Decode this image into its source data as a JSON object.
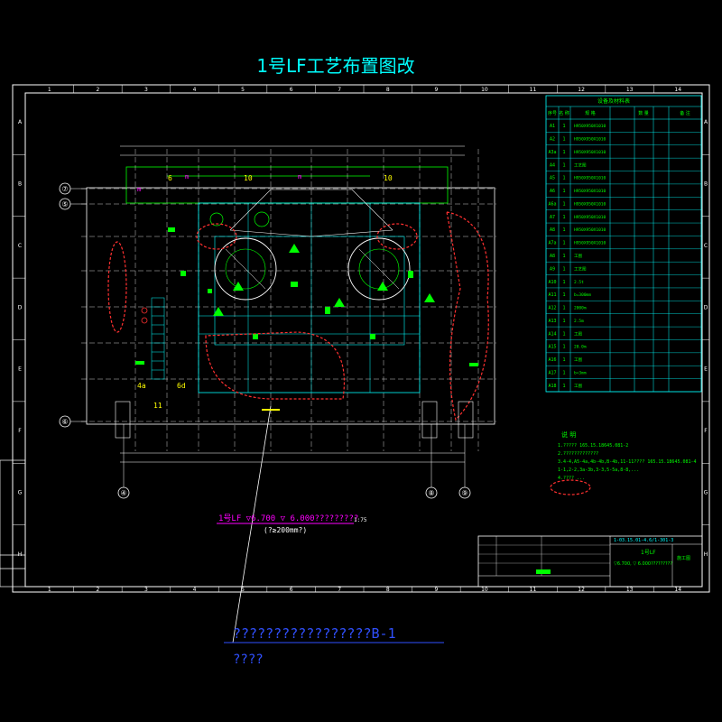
{
  "title": "1号LF工艺布置图改",
  "grid_cols": [
    "1",
    "2",
    "3",
    "4",
    "5",
    "6",
    "7",
    "8",
    "9",
    "10",
    "11",
    "12",
    "13",
    "14"
  ],
  "grid_rows": [
    "A",
    "B",
    "C",
    "D",
    "E",
    "F",
    "G",
    "H"
  ],
  "axis_labels": {
    "top_left_1": "⑦",
    "top_left_2": "⑤",
    "mid_left": "⑥",
    "bottom_1": "④",
    "bottom_2": "⑧",
    "bottom_3": "⑨"
  },
  "equipment_table": {
    "title": "设备及材料表",
    "headers": [
      "序号",
      "名 称",
      "规  格",
      "数 量",
      "备 注"
    ],
    "rows": [
      {
        "no": "A1",
        "qty": "1",
        "spec": "H950X950X1010"
      },
      {
        "no": "A2",
        "qty": "1",
        "spec": "H950X950X1010"
      },
      {
        "no": "A3a",
        "qty": "1",
        "spec": "H950X950X1010"
      },
      {
        "no": "A4",
        "qty": "1",
        "spec": "工艺图"
      },
      {
        "no": "A5",
        "qty": "1",
        "spec": "H950X950X1010"
      },
      {
        "no": "A6",
        "qty": "1",
        "spec": "H950X950X1010"
      },
      {
        "no": "A6a",
        "qty": "1",
        "spec": "H950X950X1010"
      },
      {
        "no": "A7",
        "qty": "1",
        "spec": "H950X950X1010"
      },
      {
        "no": "A8",
        "qty": "1",
        "spec": "H950X950X1010"
      },
      {
        "no": "A7a",
        "qty": "1",
        "spec": "H950X950X1010"
      },
      {
        "no": "A8",
        "qty": "1",
        "spec": "工图"
      },
      {
        "no": "A9",
        "qty": "1",
        "spec": "工艺图"
      },
      {
        "no": "A10",
        "qty": "1",
        "spec": "2.5t"
      },
      {
        "no": "A11",
        "qty": "1",
        "spec": "b=300mm"
      },
      {
        "no": "A12",
        "qty": "1",
        "spec": "2000m"
      },
      {
        "no": "A13",
        "qty": "1",
        "spec": "2.5m"
      },
      {
        "no": "A14",
        "qty": "1",
        "spec": "工图"
      },
      {
        "no": "A15",
        "qty": "1",
        "spec": "20.0m"
      },
      {
        "no": "A16",
        "qty": "1",
        "spec": "工图"
      },
      {
        "no": "A17",
        "qty": "1",
        "spec": "b=3mm"
      },
      {
        "no": "A18",
        "qty": "1",
        "spec": "工图"
      }
    ]
  },
  "notes_heading": "说 明",
  "notes": [
    "1.????? 165.15.18645.081-2",
    "2.?????????????",
    "3.4-4,A5-4a,4b-4b,B-4b,11-11???? 165.15.18645.081-4",
    "1-1,2-2,3a-3b,3-3,5-5a,8-8,...",
    "4.???? ..."
  ],
  "main_label": "1号LF ▽6.700 ▽ 6.000?????????",
  "main_sublabel": "(?≥200mm?)",
  "scale_label": "1:75",
  "bottom_code": "?????????????????B-1",
  "bottom_sub": "????",
  "title_block": {
    "project_code": "1-03.15.01-4.6/1-301-3",
    "drawing_name": "1号LF",
    "drawing_sub": "▽6.700, ▽ 6.000?????????",
    "stage": "施工图"
  },
  "colors": {
    "frame": "#ffffff",
    "title": "#00ffff",
    "wall": "#ffffff",
    "equipment": "#00ff00",
    "revision_cloud": "#ff0000",
    "label": "#ff00ff",
    "dim": "#00ffff",
    "blue": "#4444ff"
  }
}
